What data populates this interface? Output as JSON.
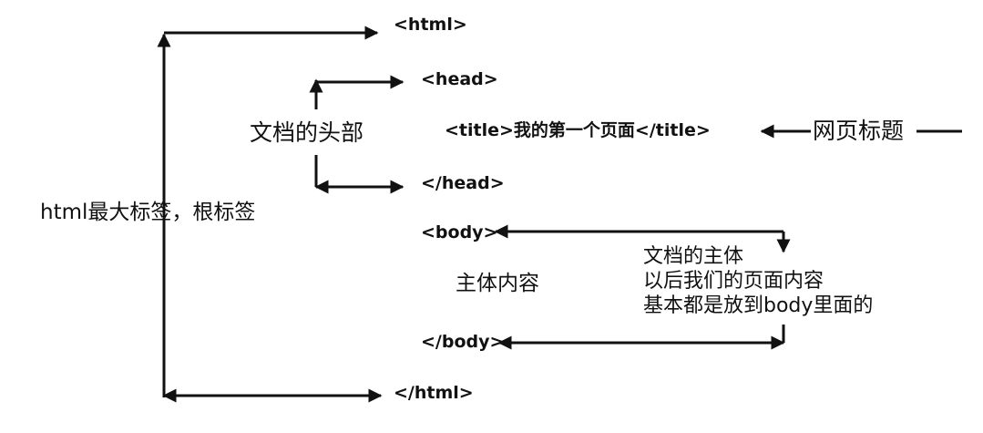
{
  "tags": {
    "html_open": "<html>",
    "head_open": "<head>",
    "title_line": "<title>我的第一个页面</title>",
    "head_close": "</head>",
    "body_open": "<body>",
    "body_close": "</body>",
    "html_close": "</html>"
  },
  "annotations": {
    "root_tag": "html最大标签，根标签",
    "doc_head": "文档的头部",
    "page_title": "网页标题",
    "body_content": "主体内容",
    "doc_body_lines": [
      "文档的主体",
      "以后我们的页面内容",
      "基本都是放到body里面的"
    ]
  },
  "colors": {
    "ink": "#111111",
    "background": "#ffffff"
  }
}
